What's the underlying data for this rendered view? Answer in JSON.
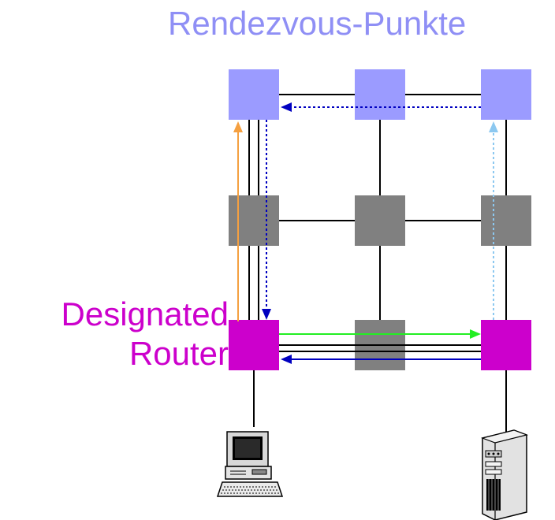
{
  "labels": {
    "rendezvous_points": "Rendezvous-Punkte",
    "designated_router_line1": "Designated",
    "designated_router_line2": "Router"
  },
  "colors": {
    "rendezvous_node": "#9b9bff",
    "router_node": "#808080",
    "designated_node": "#cc00cc",
    "rp_text": "#8f8ff5",
    "dr_text": "#cc00cc",
    "orange_arrow": "#f5a040",
    "light_blue_arrow": "#8cc8f0",
    "green_arrow": "#22ee22",
    "blue_arrow": "#0000c0",
    "link": "#000000"
  },
  "icons": {
    "client": "desktop-computer-icon",
    "server": "tower-server-icon"
  }
}
